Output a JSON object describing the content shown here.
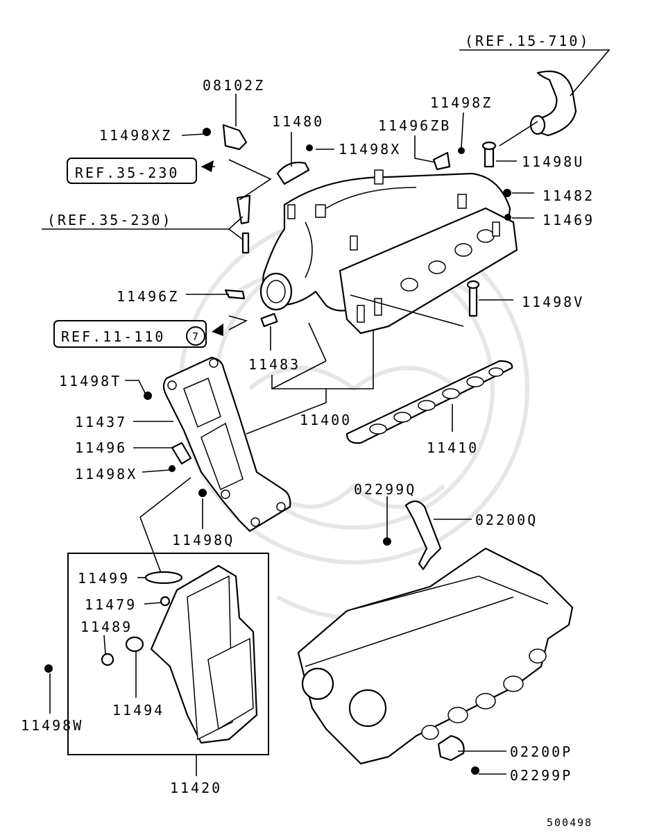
{
  "diagram_id": "500498",
  "refs": {
    "ref_15_710": "(REF.15-710)",
    "ref_35_230_box": "REF.35-230",
    "ref_35_230_paren": "(REF.35-230)",
    "ref_11_110": "REF.11-110",
    "ref_11_110_circle": "7"
  },
  "parts": {
    "p08102Z": "08102Z",
    "p11498XZ": "11498XZ",
    "p11480": "11480",
    "p11498X_top": "11498X",
    "p11498Z": "11498Z",
    "p11496ZB": "11496ZB",
    "p11498U": "11498U",
    "p11482": "11482",
    "p11469": "11469",
    "p11496Z": "11496Z",
    "p11498V": "11498V",
    "p11483": "11483",
    "p11498T": "11498T",
    "p11437": "11437",
    "p11496": "11496",
    "p11498X_mid": "11498X",
    "p11400": "11400",
    "p11410": "11410",
    "p11498Q": "11498Q",
    "p02299Q": "02299Q",
    "p02200Q": "02200Q",
    "p11499": "11499",
    "p11479": "11479",
    "p11489": "11489",
    "p11494": "11494",
    "p11498W": "11498W",
    "p11420": "11420",
    "p02200P": "02200P",
    "p02299P": "02299P"
  }
}
